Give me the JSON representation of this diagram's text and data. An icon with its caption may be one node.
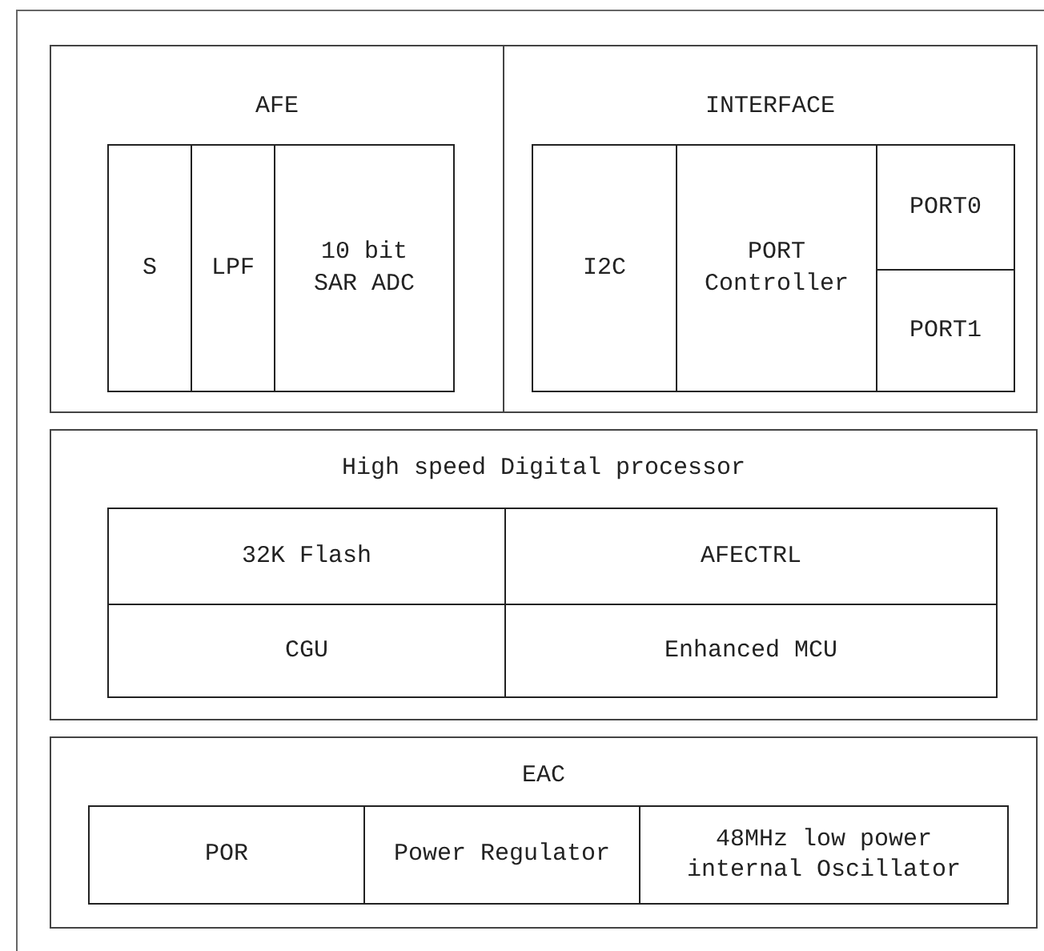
{
  "diagram": {
    "nodes": [
      {
        "text": [],
        "shape": "box"
      },
      {
        "text": [
          "AFE"
        ],
        "in": 0
      },
      {
        "text": [
          "S"
        ],
        "in": 1
      },
      {
        "text": [
          "LPF"
        ],
        "in": 1
      },
      {
        "text": [
          "10 bit SAR ADC"
        ],
        "in": 1
      },
      {
        "text": [
          "INTERFACE"
        ],
        "in": 0
      },
      {
        "text": [
          "I2C"
        ],
        "in": 5
      },
      {
        "text": [
          "PORT Controller"
        ],
        "in": 5
      },
      {
        "text": [
          "PORT0"
        ],
        "in": 5
      },
      {
        "text": [
          "PORT1"
        ],
        "in": 5
      },
      {
        "text": [
          "High speed Digital processor"
        ],
        "in": 0
      },
      {
        "text": [
          "32K Flash"
        ],
        "in": 10
      },
      {
        "text": [
          "AFECTRL"
        ],
        "in": 10
      },
      {
        "text": [
          "CGU"
        ],
        "in": 10
      },
      {
        "text": [
          "Enhanced MCU"
        ],
        "in": 10
      },
      {
        "text": [
          "EAC"
        ],
        "in": 0
      },
      {
        "text": [
          "POR"
        ],
        "in": 15
      },
      {
        "text": [
          "Power Regulator"
        ],
        "in": 15
      },
      {
        "text": [
          "48MHz low power internal Oscillator"
        ],
        "in": 15
      }
    ]
  }
}
